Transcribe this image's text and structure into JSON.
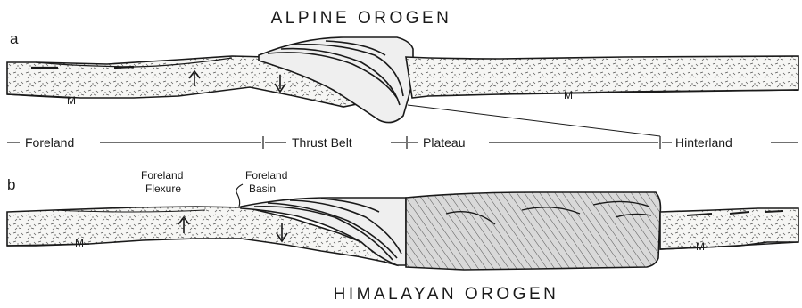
{
  "titles": {
    "top": "ALPINE OROGEN",
    "bottom": "HIMALAYAN OROGEN"
  },
  "panels": {
    "a": "a",
    "b": "b"
  },
  "zones": {
    "foreland": "Foreland",
    "thrust_belt": "Thrust Belt",
    "plateau": "Plateau",
    "hinterland": "Hinterland"
  },
  "annotations": {
    "foreland_flexure_1": "Foreland",
    "foreland_flexure_2": "Flexure",
    "foreland_basin_1": "Foreland",
    "foreland_basin_2": "Basin",
    "moho": "M"
  },
  "colors": {
    "ink": "#1a1a1a",
    "crust_fill": "#f4f4f2",
    "plateau_fill": "#cfcfcf"
  }
}
